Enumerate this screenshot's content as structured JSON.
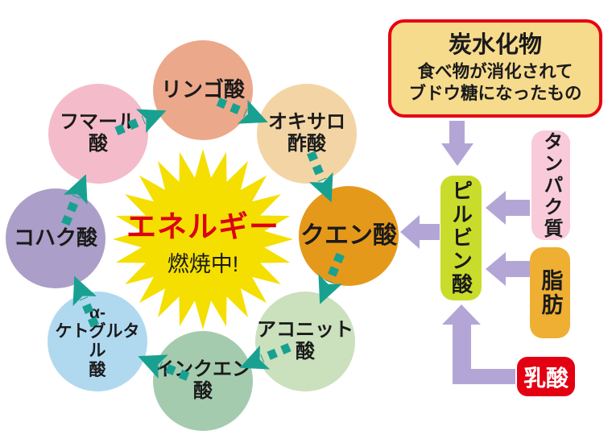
{
  "colors": {
    "energy_text": "#db0016",
    "sunburst": "#f4df00",
    "cycle_arrow": "#18a191",
    "flow_arrow": "#b3a6d6",
    "carb_bg": "#f7db8d",
    "carb_border": "#e60012",
    "pyruvate_bg": "#c9dc2b",
    "protein_bg": "#f8cada",
    "fat_bg": "#efaf33",
    "lactate_bg": "#e30012",
    "lactate_text": "#ffffff",
    "label_text": "#1a1a1a"
  },
  "cycle": {
    "center_label": "エネルギー",
    "center_sublabel": "燃焼中!",
    "nodes": [
      {
        "id": "malic-acid",
        "label": "リンゴ酸",
        "color": "#eca88a"
      },
      {
        "id": "oxaloacetic-acid",
        "label": "オキサロ\n酢酸",
        "color": "#f3d5a5"
      },
      {
        "id": "citric-acid",
        "label": "クエン酸",
        "color": "#e5991b"
      },
      {
        "id": "aconitic-acid",
        "label": "アコニット\n酸",
        "color": "#cbe0bc"
      },
      {
        "id": "isocitric-acid",
        "label": "インクエン\n酸",
        "color": "#a5cbae"
      },
      {
        "id": "ketoglutaric-acid",
        "label": "α-\nケトグルタル\n酸",
        "color": "#b0d9f0"
      },
      {
        "id": "succinic-acid",
        "label": "コハク酸",
        "color": "#ab9ec8"
      },
      {
        "id": "fumaric-acid",
        "label": "フマール\n酸",
        "color": "#f4bccb"
      }
    ]
  },
  "sources": {
    "carbohydrate": {
      "title": "炭水化物",
      "description": "食べ物が消化されて\nブドウ糖になったもの"
    },
    "pyruvate_label": "ピルビン酸",
    "protein_label": "タンパク質",
    "fat_label": "脂肪",
    "lactate_label": "乳酸"
  }
}
